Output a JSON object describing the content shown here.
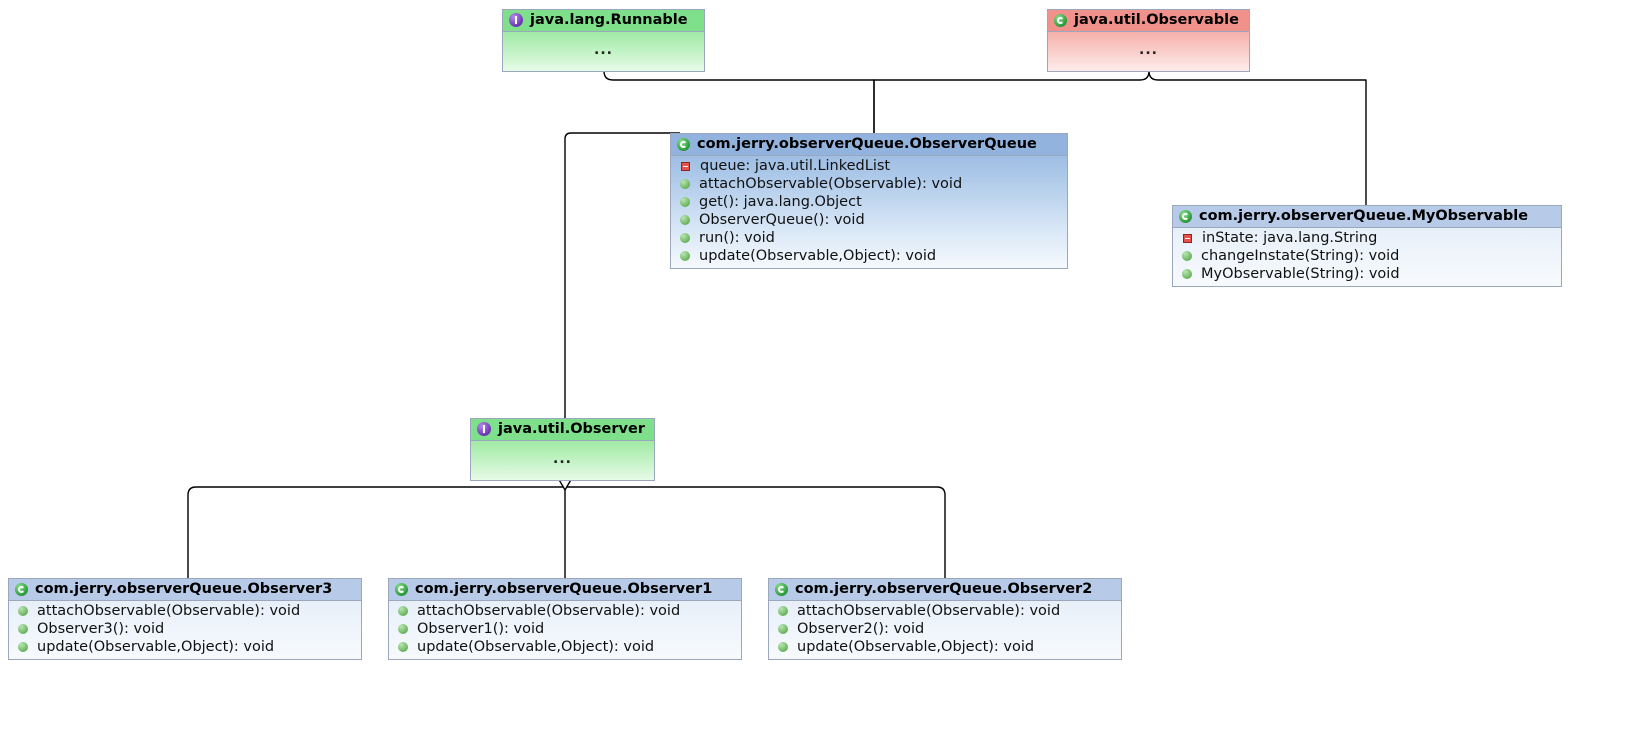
{
  "diagram": {
    "type": "uml-class-diagram",
    "background": "#ffffff",
    "relation": "generalization"
  },
  "icons": {
    "class": "class-icon",
    "interface": "interface-icon",
    "private_field": "private-field-icon",
    "public_method": "public-method-icon"
  },
  "colors": {
    "class_header": "#92b3dd",
    "interface_header": "#7ee08a",
    "observable_header": "#f0918c",
    "leaf_header": "#b7cbe8",
    "line": "#000000",
    "shadow": "#cfdcc8"
  },
  "nodes": {
    "runnable": {
      "title": "java.lang.Runnable",
      "stereotype": "interface",
      "members_placeholder": "...",
      "members": []
    },
    "observable": {
      "title": "java.util.Observable",
      "stereotype": "class",
      "members_placeholder": "...",
      "members": []
    },
    "observer_queue": {
      "title": "com.jerry.observerQueue.ObserverQueue",
      "stereotype": "class",
      "members": [
        {
          "kind": "private-field",
          "text": "queue: java.util.LinkedList"
        },
        {
          "kind": "public-method",
          "text": "attachObservable(Observable): void"
        },
        {
          "kind": "public-method",
          "text": "get(): java.lang.Object"
        },
        {
          "kind": "public-method",
          "text": "ObserverQueue(): void"
        },
        {
          "kind": "public-method",
          "text": "run(): void"
        },
        {
          "kind": "public-method",
          "text": "update(Observable,Object): void"
        }
      ]
    },
    "my_observable": {
      "title": "com.jerry.observerQueue.MyObservable",
      "stereotype": "class",
      "members": [
        {
          "kind": "private-field",
          "text": "inState: java.lang.String"
        },
        {
          "kind": "public-method",
          "text": "changeInstate(String): void"
        },
        {
          "kind": "public-method",
          "text": "MyObservable(String): void"
        }
      ]
    },
    "observer": {
      "title": "java.util.Observer",
      "stereotype": "interface",
      "members_placeholder": "...",
      "members": []
    },
    "observer3": {
      "title": "com.jerry.observerQueue.Observer3",
      "stereotype": "class",
      "members": [
        {
          "kind": "public-method",
          "text": "attachObservable(Observable): void"
        },
        {
          "kind": "public-method",
          "text": "Observer3(): void"
        },
        {
          "kind": "public-method",
          "text": "update(Observable,Object): void"
        }
      ]
    },
    "observer1": {
      "title": "com.jerry.observerQueue.Observer1",
      "stereotype": "class",
      "members": [
        {
          "kind": "public-method",
          "text": "attachObservable(Observable): void"
        },
        {
          "kind": "public-method",
          "text": "Observer1(): void"
        },
        {
          "kind": "public-method",
          "text": "update(Observable,Object): void"
        }
      ]
    },
    "observer2": {
      "title": "com.jerry.observerQueue.Observer2",
      "stereotype": "class",
      "members": [
        {
          "kind": "public-method",
          "text": "attachObservable(Observable): void"
        },
        {
          "kind": "public-method",
          "text": "Observer2(): void"
        },
        {
          "kind": "public-method",
          "text": "update(Observable,Object): void"
        }
      ]
    }
  },
  "edges": [
    {
      "from": "observer_queue",
      "to": "runnable",
      "kind": "generalization"
    },
    {
      "from": "observer_queue",
      "to": "observable",
      "kind": "generalization"
    },
    {
      "from": "observer_queue",
      "to": "observer",
      "kind": "generalization"
    },
    {
      "from": "my_observable",
      "to": "observable",
      "kind": "generalization"
    },
    {
      "from": "observer3",
      "to": "observer",
      "kind": "generalization"
    },
    {
      "from": "observer1",
      "to": "observer",
      "kind": "generalization"
    },
    {
      "from": "observer2",
      "to": "observer",
      "kind": "generalization"
    }
  ]
}
